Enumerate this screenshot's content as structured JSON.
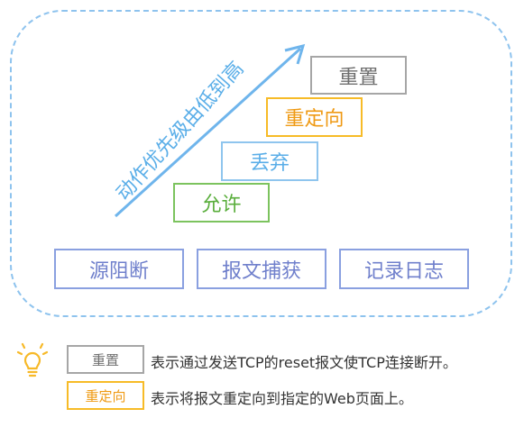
{
  "diagram": {
    "arrow_label": "动作优先级由低到高",
    "actions": {
      "reset": "重置",
      "redirect": "重定向",
      "discard": "丢弃",
      "allow": "允许"
    },
    "features": [
      "源阻断",
      "报文捕获",
      "记录日志"
    ]
  },
  "legend": {
    "items": [
      {
        "tag": "重置",
        "text": "表示通过发送TCP的reset报文使TCP连接断开。"
      },
      {
        "tag": "重定向",
        "text": "表示将报文重定向到指定的Web页面上。"
      }
    ]
  },
  "colors": {
    "frame": "#8ec3ee",
    "arrow": "#5aaee8",
    "gray": "#a6a6a6",
    "orange": "#f7bb27",
    "light_blue": "#8fc5ee",
    "green": "#7cc35e",
    "feature_blue": "#8aa0e0"
  },
  "icons": {
    "tip": "lightbulb-icon"
  }
}
